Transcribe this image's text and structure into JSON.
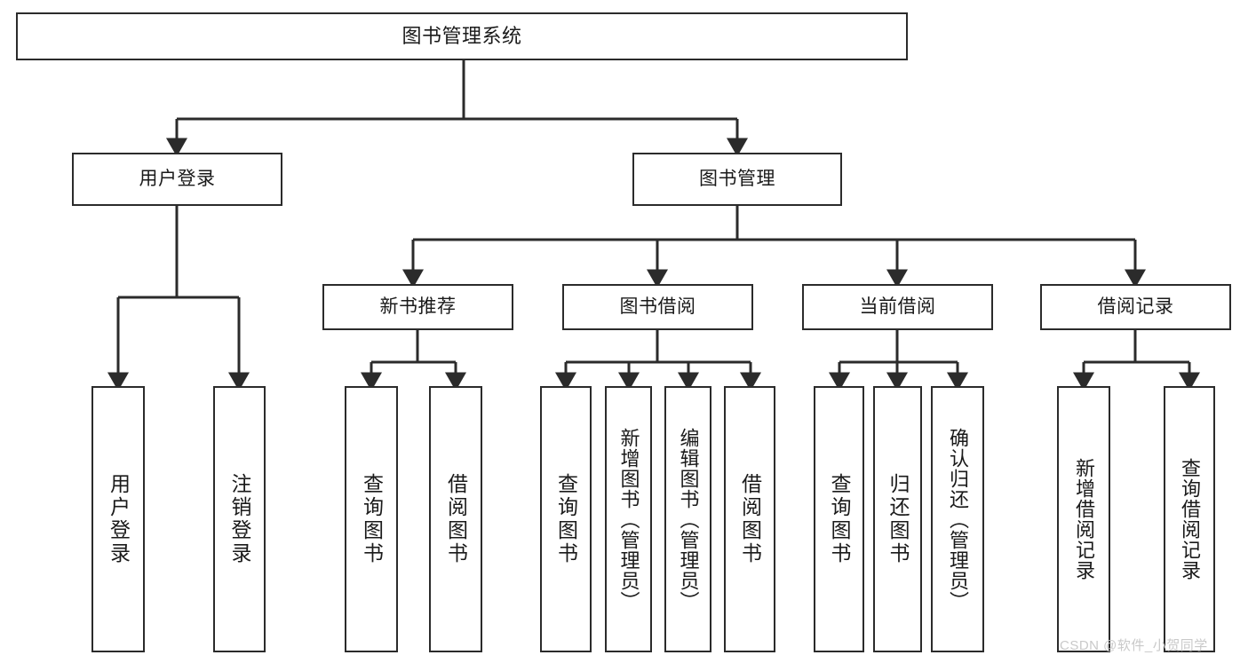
{
  "diagram": {
    "title": "图书管理系统",
    "type": "hierarchy-tree",
    "background": "#ffffff",
    "line_color": "#2b2b2b",
    "box_border_color": "#2b2b2b",
    "box_fill": "#ffffff",
    "text_color": "#1a1a1a"
  },
  "nodes": {
    "root": {
      "label": "图书管理系统"
    },
    "level1": [
      {
        "label": "用户登录"
      },
      {
        "label": "图书管理"
      }
    ],
    "level2": [
      {
        "label": "新书推荐"
      },
      {
        "label": "图书借阅"
      },
      {
        "label": "当前借阅"
      },
      {
        "label": "借阅记录"
      }
    ],
    "leaves_user_login": [
      {
        "label": "用户登录"
      },
      {
        "label": "注销登录"
      }
    ],
    "leaves_new_books": [
      {
        "label": "查询图书"
      },
      {
        "label": "借阅图书"
      }
    ],
    "leaves_borrow": [
      {
        "label": "查询图书"
      },
      {
        "label": "新增图书（管理员）"
      },
      {
        "label": "编辑图书（管理员）"
      },
      {
        "label": "借阅图书"
      }
    ],
    "leaves_current": [
      {
        "label": "查询图书"
      },
      {
        "label": "归还图书"
      },
      {
        "label": "确认归还（管理员）"
      }
    ],
    "leaves_records": [
      {
        "label": "新增借阅记录"
      },
      {
        "label": "查询借阅记录"
      }
    ]
  },
  "watermark": {
    "text": "CSDN @软件_小贺同学",
    "color": "#c9c9c9"
  }
}
